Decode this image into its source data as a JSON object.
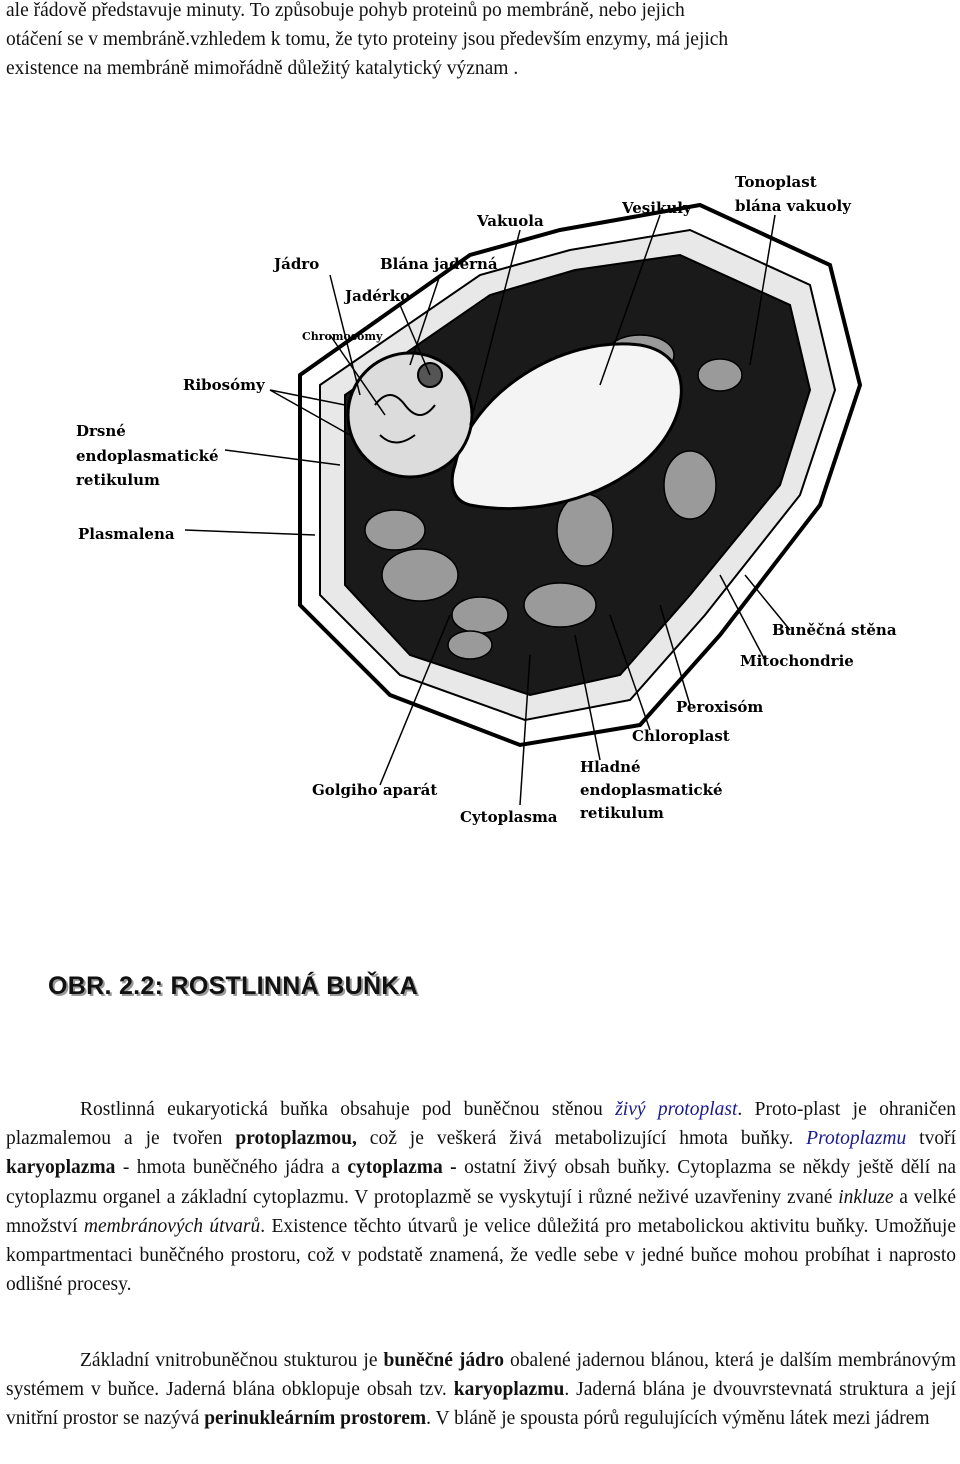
{
  "top_paragraph": {
    "line1": "ale řádově představuje minuty. To způsobuje pohyb proteinů po membráně, nebo jejich",
    "line2": "otáčení se v membráně.vzhledem k tomu, že tyto proteiny jsou především enzymy, má jejich",
    "line3": "existence na membráně mimořádně důležitý katalytický význam ."
  },
  "figure": {
    "labels": {
      "tonoplast": "Tonoplast",
      "tonoplast_sub": "blána vakuoly",
      "vesikuly": "Vesikuly",
      "vakuola": "Vakuola",
      "jadro": "Jádro",
      "blana_jaderna": "Blána jaderná",
      "jaderko": "Jadérko",
      "chromosomy": "Chromosómy",
      "ribosomy": "Ribosómy",
      "drsne_1": "Drsné",
      "drsne_2": "endoplasmatické",
      "drsne_3": "retikulum",
      "plasmalena": "Plasmalena",
      "bunecna_stena": "Buněčná stěna",
      "mitochondrie": "Mitochondrie",
      "peroxisom": "Peroxisóm",
      "chloroplast": "Chloroplast",
      "hladne_1": "Hladné",
      "hladne_2": "endoplasmatické",
      "hladne_3": "retikulum",
      "golgiho": "Golgiho aparát",
      "cytoplasma": "Cytoplasma"
    }
  },
  "caption": "OBR. 2.2: ROSTLINNÁ BUŇKA",
  "body": {
    "p1": {
      "s1": "Rostlinná eukaryotická buňka obsahuje pod buněčnou stěnou ",
      "s1_i": "živý protoplast",
      "s1_end": ". Proto-",
      "s2": "plast je ohraničen plazmalemou a je tvořen ",
      "s2_b": "protoplazmou,",
      "s2_end": " což je veškerá živá metabolizující hmota buňky. ",
      "s3_i": "Protoplazmu",
      "s3": " tvoří ",
      "s3_b": "karyoplazma",
      "s3_mid": " - hmota buněčného jádra a ",
      "s3_b2": "cytoplazma -",
      "s3_end": " ostatní živý obsah buňky. Cytoplazma se někdy ještě dělí na cytoplazmu organel a základní cytoplazmu. V protoplazmě se vyskytují i různé neživé uzavřeniny zvané ",
      "s4_i": "inkluze",
      "s4": " a velké množství ",
      "s4_i2": "membránových útvarů",
      "s4_end": ". Existence těchto útvarů je velice důležitá pro metabolickou aktivitu buňky. Umožňuje kompartmentaci buněčného prostoru, což v podstatě znamená, že vedle sebe v jedné buňce mohou probíhat i naprosto odlišné procesy."
    },
    "p2": {
      "s1": "Základní vnitrobuněčnou stukturou je ",
      "s1_b": "buněčné jádro",
      "s1_end": " obalené jadernou blánou, která je dalším membránovým systémem v buňce. Jaderná blána obklopuje obsah tzv. ",
      "s2_b": "karyoplazmu",
      "s2": ". Jaderná blána je dvouvrstevnatá struktura a její vnitřní prostor se nazývá ",
      "s3_b": "perinukleárním prostorem",
      "s3": ". V bláně je spousta pórů regulujících výměnu látek mezi jádrem"
    }
  }
}
